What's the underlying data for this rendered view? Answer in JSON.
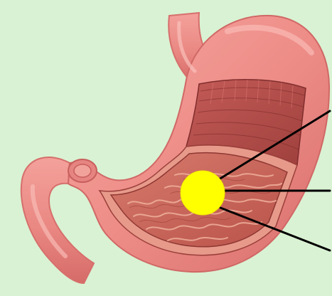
{
  "diagram": {
    "subject": "stomach-cross-section",
    "colors": {
      "background": "#d9f2d3",
      "stomach_outer": "#ef8f8a",
      "stomach_outer_dark": "#d86b69",
      "stomach_highlight": "#f8b3ad",
      "muscle_band": "#b8514f",
      "muscle_band_dark": "#8f3635",
      "mucosa": "#c7635a",
      "mucosa_fold": "#e59a86",
      "yellow_marker": "#ffff00",
      "leader_line": "#000000"
    },
    "marker": "yellow-circle",
    "leader_lines": 3,
    "labels": []
  }
}
